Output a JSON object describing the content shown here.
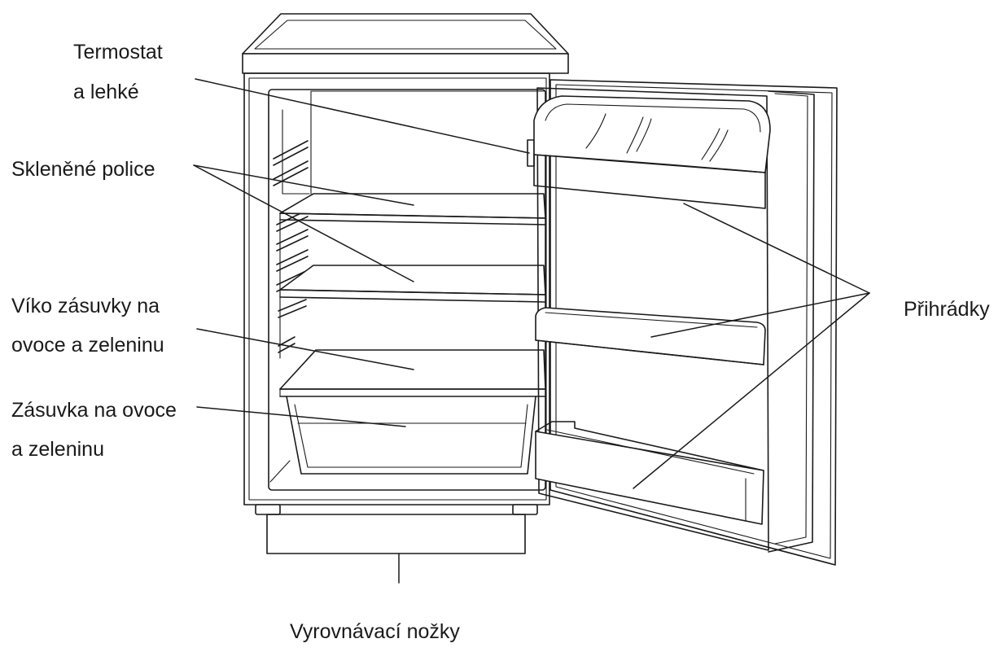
{
  "labels": {
    "thermostat_line1": "Termostat",
    "thermostat_line2": "a lehké",
    "glass_shelves": "Skleněné police",
    "crisper_lid_line1": "Víko zásuvky na",
    "crisper_lid_line2": "ovoce a zeleninu",
    "crisper_drawer_line1": "Zásuvka na ovoce",
    "crisper_drawer_line2": "a zeleninu",
    "door_compartments": "Přihrádky",
    "leveling_feet": "Vyrovnávací nožky"
  }
}
